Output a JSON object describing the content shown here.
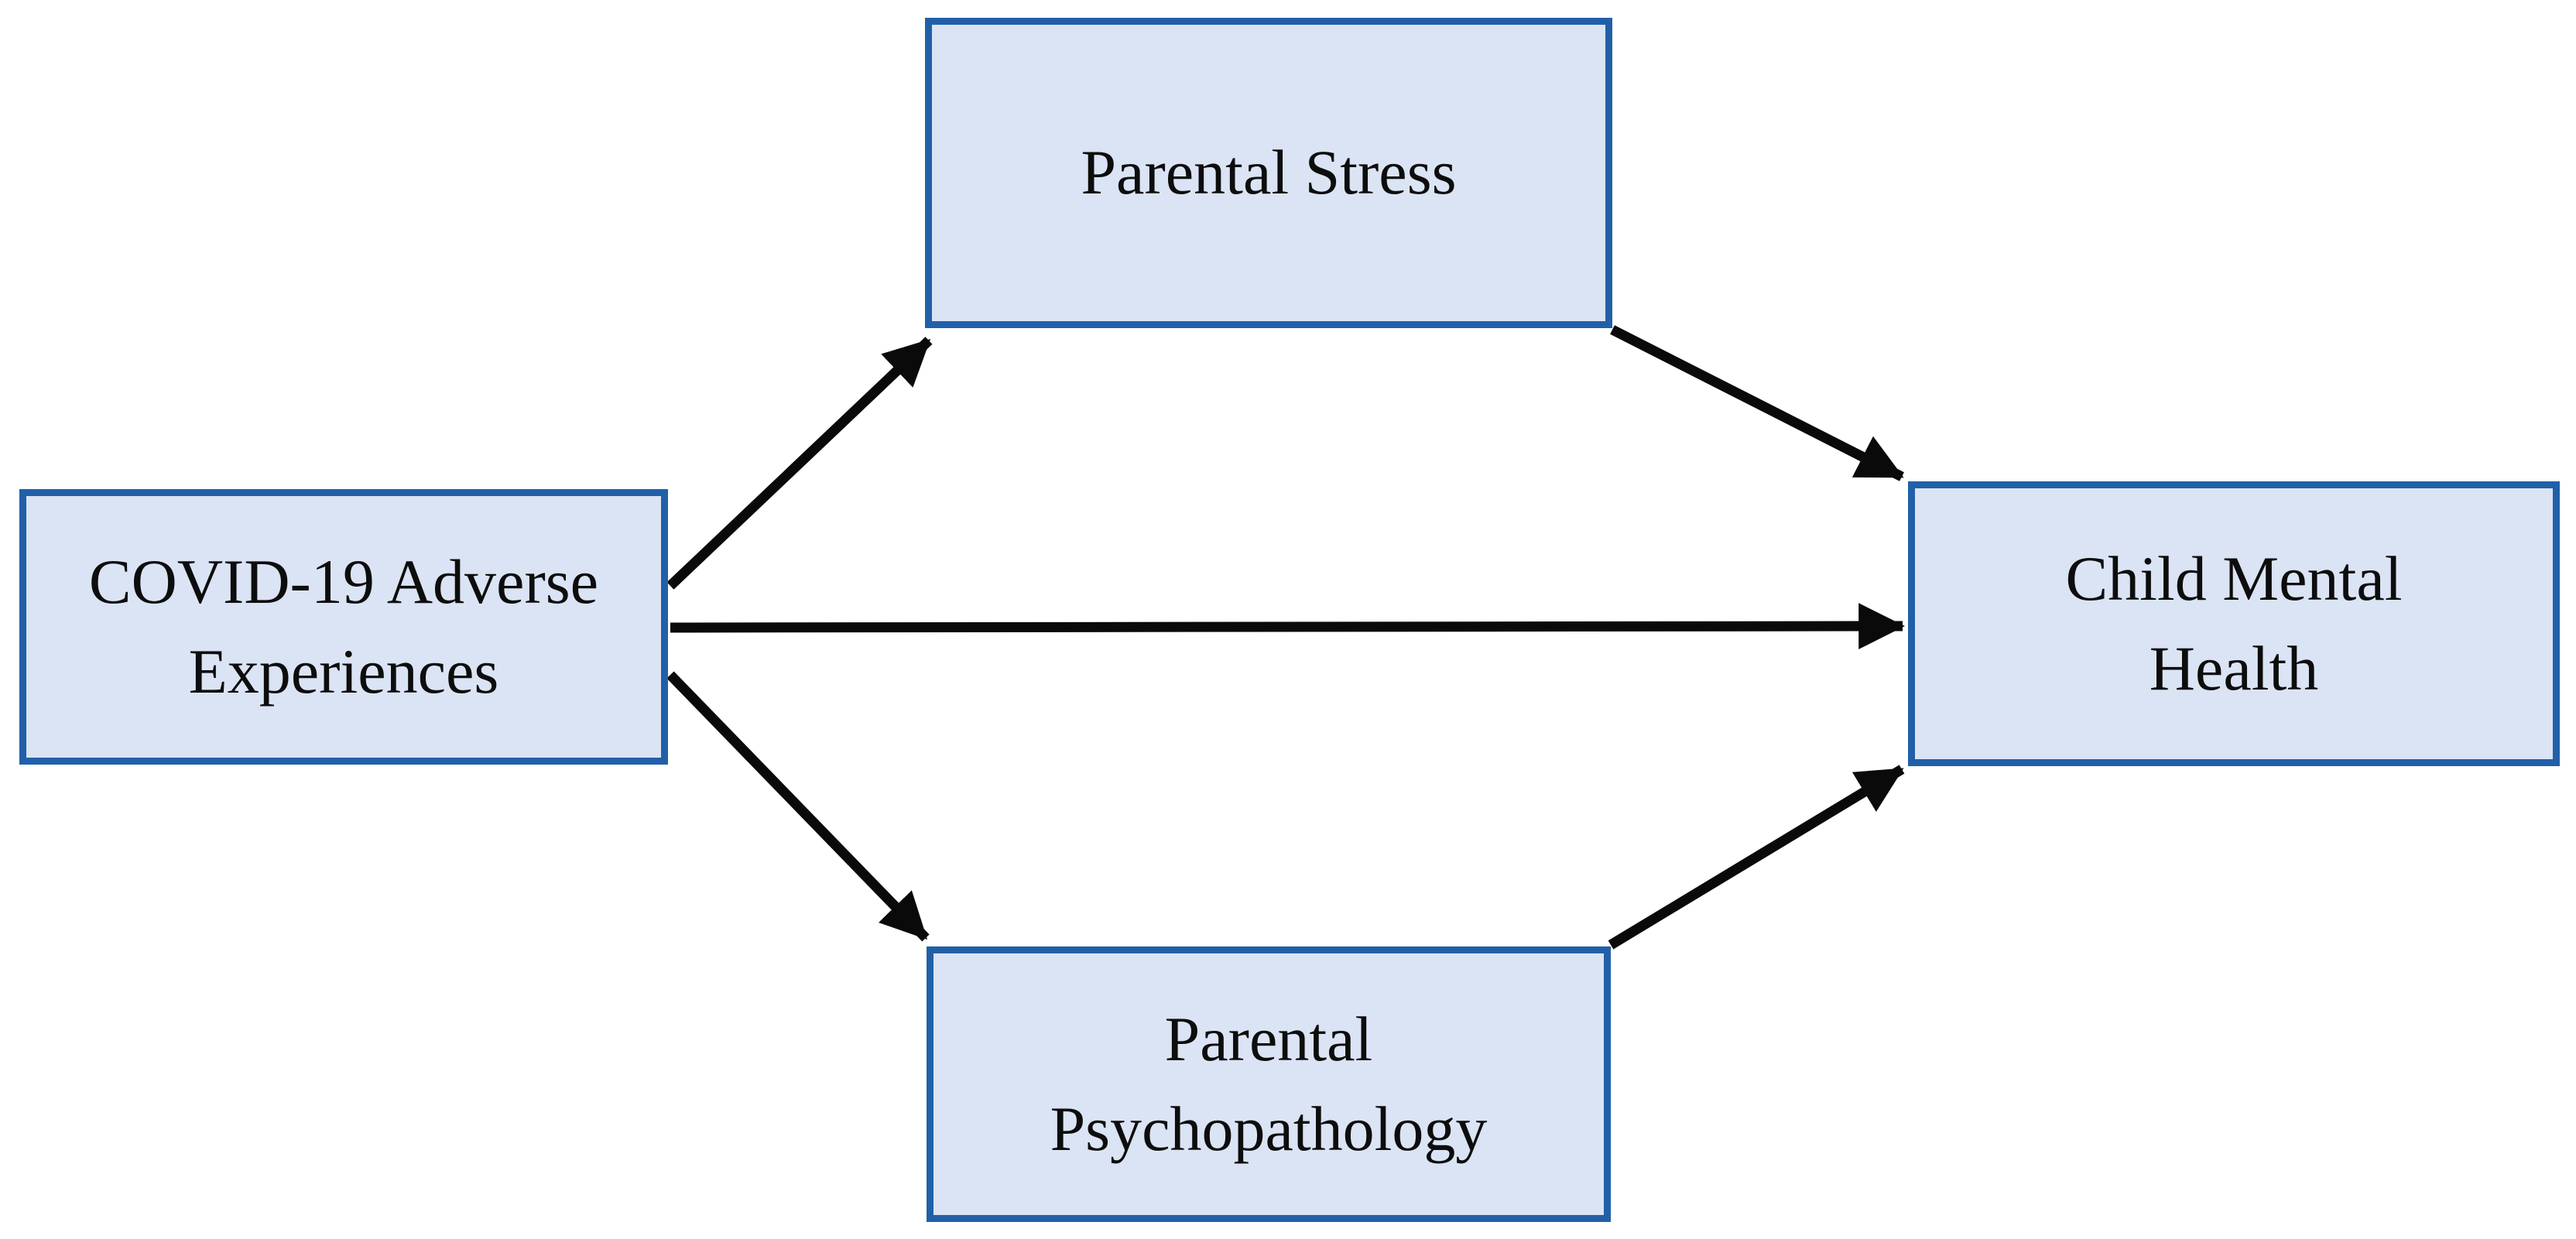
{
  "figure": {
    "type": "mediation-path-diagram",
    "colors": {
      "box_fill": "#dbe4f4",
      "box_border": "#2160a8",
      "arrow": "#0a0a0a",
      "text": "#0d0d0d",
      "background": "#ffffff"
    },
    "nodes": {
      "covid_adverse_experiences": {
        "label": "COVID-19 Adverse Experiences",
        "lines": [
          "COVID-19 Adverse",
          "Experiences"
        ]
      },
      "parental_stress": {
        "label": "Parental Stress",
        "lines": [
          "Parental Stress"
        ]
      },
      "parental_psychopathology": {
        "label": "Parental Psychopathology",
        "lines": [
          "Parental",
          "Psychopathology"
        ]
      },
      "child_mental_health": {
        "label": "Child Mental Health",
        "lines": [
          "Child Mental",
          "Health"
        ]
      }
    },
    "edges": [
      {
        "from": "COVID-19 Adverse Experiences",
        "to": "Parental Stress"
      },
      {
        "from": "COVID-19 Adverse Experiences",
        "to": "Child Mental Health"
      },
      {
        "from": "COVID-19 Adverse Experiences",
        "to": "Parental Psychopathology"
      },
      {
        "from": "Parental Stress",
        "to": "Child Mental Health"
      },
      {
        "from": "Parental Psychopathology",
        "to": "Child Mental Health"
      }
    ]
  }
}
